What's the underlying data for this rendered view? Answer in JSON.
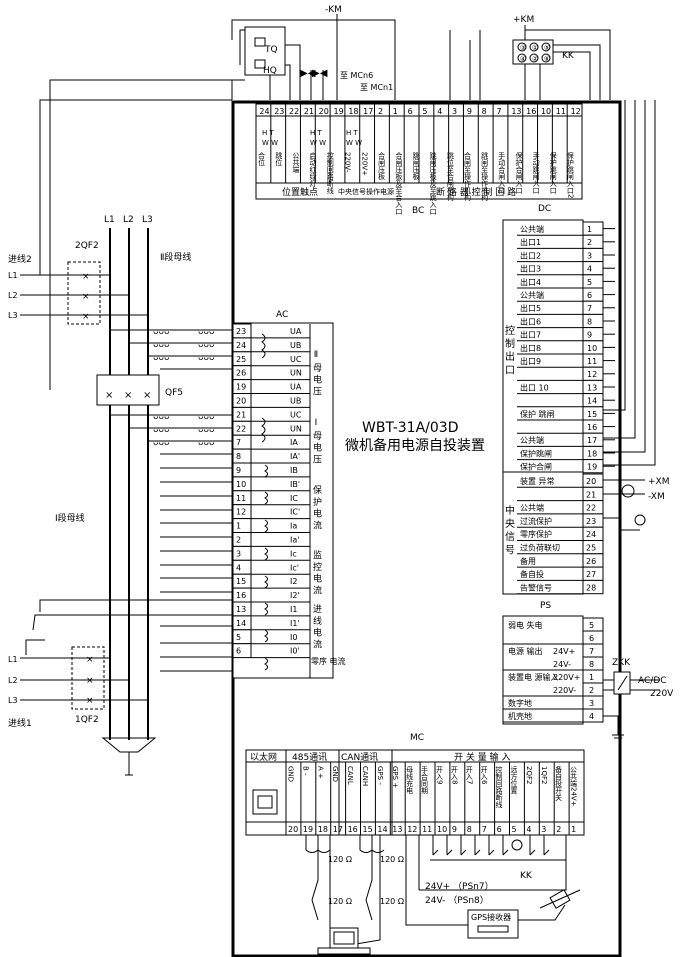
{
  "device": {
    "model": "WBT-31A/03D",
    "name": "微机备用电源自投装置"
  },
  "modules": {
    "bc": "BC",
    "dc": "DC",
    "ac": "AC",
    "ps": "PS",
    "mc": "MC"
  },
  "bus": {
    "neg_km": "-KM",
    "pos_km": "+KM",
    "kk": "KK",
    "tq": "TQ",
    "hq": "HQ",
    "mcn6": "至 MCn6",
    "mcn1": "至 MCn1",
    "L1": "L1",
    "L2": "L2",
    "L3": "L3"
  },
  "lines": {
    "incoming2": "进线2",
    "incoming1": "进线1",
    "bus2": "Ⅱ段母线",
    "bus1": "Ⅰ段母线",
    "qf2_upper": "2QF2",
    "qf2_lower": "1QF2",
    "qf5": "QF5",
    "left_L1": "L1",
    "left_L2": "L2",
    "left_L3": "L3"
  },
  "bc": {
    "terminals": [
      "24",
      "23",
      "22",
      "21",
      "20",
      "19",
      "18",
      "17",
      "2",
      "1",
      "6",
      "5",
      "4",
      "3",
      "9",
      "8",
      "7",
      "13",
      "16",
      "10",
      "11",
      "12"
    ],
    "col_labels": [
      "合位",
      "跳位",
      "公共端",
      "启动红绿灯",
      "控制回路断线",
      "220V-",
      "220V+",
      "合闸压板",
      "合闸压板及至合入口",
      "跳闸压板",
      "跳闸压板及至跳入口",
      "跳位至合闸机构",
      "合闸至操作机构",
      "跳闸至操作机构",
      "手动合闸入口",
      "保护合闸入口",
      "手动跳闸入口",
      "保护跳闸入口",
      "保护跳闸入口2"
    ],
    "footer_pos": "位置触点",
    "footer_central": "中央信号操作电源",
    "footer_breaker": "断 路 器 控 制 回 路"
  },
  "dc": {
    "rows": [
      {
        "label": "公共端",
        "num": "1"
      },
      {
        "label": "出口1",
        "num": "2"
      },
      {
        "label": "出口2",
        "num": "3"
      },
      {
        "label": "出口3",
        "num": "4"
      },
      {
        "label": "出口4",
        "num": "5"
      },
      {
        "label": "公共端",
        "num": "6"
      },
      {
        "label": "出口5",
        "num": "7"
      },
      {
        "label": "出口6",
        "num": "8"
      },
      {
        "label": "出口7",
        "num": "9"
      },
      {
        "label": "出口8",
        "num": "10"
      },
      {
        "label": "出口9",
        "num": "11"
      },
      {
        "label": "",
        "num": "12"
      },
      {
        "label": "出口 10",
        "num": "13"
      },
      {
        "label": "",
        "num": "14"
      },
      {
        "label": "保护 跳闸",
        "num": "15"
      },
      {
        "label": "",
        "num": "16"
      },
      {
        "label": "公共端",
        "num": "17"
      },
      {
        "label": "保护跳闸",
        "num": "18"
      },
      {
        "label": "保护合闸",
        "num": "19"
      }
    ],
    "side": "控 制 出 口"
  },
  "central": {
    "side": "中 央 信 号",
    "rows": [
      {
        "label": "装置 异常",
        "num": "20"
      },
      {
        "label": "",
        "num": "21"
      },
      {
        "label": "公共端",
        "num": "22"
      },
      {
        "label": "过流保护",
        "num": "23"
      },
      {
        "label": "零序保护",
        "num": "24"
      },
      {
        "label": "过负荷联切",
        "num": "25"
      },
      {
        "label": "备用",
        "num": "26"
      },
      {
        "label": "备自投",
        "num": "27"
      },
      {
        "label": "告警信号",
        "num": "28"
      }
    ],
    "xm_pos": "+XM",
    "xm_neg": "-XM"
  },
  "ps": {
    "rows": [
      {
        "label": "弱电 失电",
        "nums": [
          "5",
          "6"
        ]
      },
      {
        "label": "电源 输出",
        "sub": [
          "24V+",
          "24V-"
        ],
        "nums": [
          "7",
          "8"
        ]
      },
      {
        "label": "装置电 源输入",
        "sub": [
          "220V+",
          "220V-"
        ],
        "nums": [
          "1",
          "2"
        ]
      },
      {
        "label": "数字地",
        "nums": [
          "3"
        ]
      },
      {
        "label": "机壳地",
        "nums": [
          "4"
        ]
      }
    ],
    "zkk": "ZKK",
    "acdc": "AC/DC",
    "v220": "220V"
  },
  "ac": {
    "rows": [
      {
        "num": "23",
        "sig": "UA"
      },
      {
        "num": "24",
        "sig": "UB"
      },
      {
        "num": "25",
        "sig": "UC"
      },
      {
        "num": "26",
        "sig": "UN"
      },
      {
        "num": "19",
        "sig": "UA"
      },
      {
        "num": "20",
        "sig": "UB"
      },
      {
        "num": "21",
        "sig": "UC"
      },
      {
        "num": "22",
        "sig": "UN"
      },
      {
        "num": "7",
        "sig": "IA"
      },
      {
        "num": "8",
        "sig": "IA'"
      },
      {
        "num": "9",
        "sig": "IB"
      },
      {
        "num": "10",
        "sig": "IB'"
      },
      {
        "num": "11",
        "sig": "IC"
      },
      {
        "num": "12",
        "sig": "IC'"
      },
      {
        "num": "1",
        "sig": "Ia"
      },
      {
        "num": "2",
        "sig": "Ia'"
      },
      {
        "num": "3",
        "sig": "Ic"
      },
      {
        "num": "4",
        "sig": "Ic'"
      },
      {
        "num": "15",
        "sig": "I2"
      },
      {
        "num": "16",
        "sig": "I2'"
      },
      {
        "num": "13",
        "sig": "I1"
      },
      {
        "num": "14",
        "sig": "I1'"
      },
      {
        "num": "5",
        "sig": "I0"
      },
      {
        "num": "6",
        "sig": "I0'"
      }
    ],
    "groups": [
      "Ⅱ 母 电 压",
      "Ⅰ 母 电 压",
      "保 护 电 流",
      "监 控 电 流",
      "进 线 电 流",
      "零序 电流"
    ]
  },
  "mc": {
    "ethernet": "以太网",
    "rs485": "485通讯",
    "can": "CAN通讯",
    "switch_input": "开 关 量 输 入",
    "cols": [
      {
        "label": "GND",
        "num": "20"
      },
      {
        "label": "B -",
        "num": "19"
      },
      {
        "label": "A +",
        "num": "18"
      },
      {
        "label": "GND",
        "num": "17"
      },
      {
        "label": "CANL",
        "num": "16"
      },
      {
        "label": "CANH",
        "num": "15"
      },
      {
        "label": "GPS -",
        "num": "14"
      },
      {
        "label": "GPS +",
        "num": "13"
      },
      {
        "label": "母线充电",
        "num": "12"
      },
      {
        "label": "手合同期",
        "num": "11"
      },
      {
        "label": "开入9",
        "num": "10"
      },
      {
        "label": "开入8",
        "num": "9"
      },
      {
        "label": "开入7",
        "num": "8"
      },
      {
        "label": "开入6",
        "num": "7"
      },
      {
        "label": "控制回路断线",
        "num": "6"
      },
      {
        "label": "远方位置",
        "num": "5"
      },
      {
        "label": "2QF2",
        "num": "4"
      },
      {
        "label": "1QF2",
        "num": "3"
      },
      {
        "label": "备自投开关",
        "num": "2"
      },
      {
        "label": "公共端24V+",
        "num": "1"
      }
    ],
    "res120": "120 Ω",
    "psn7": "24V+ （PSn7）",
    "psn8": "24V- （PSn8）",
    "gps": "GPS接收器",
    "kk": "KK"
  }
}
